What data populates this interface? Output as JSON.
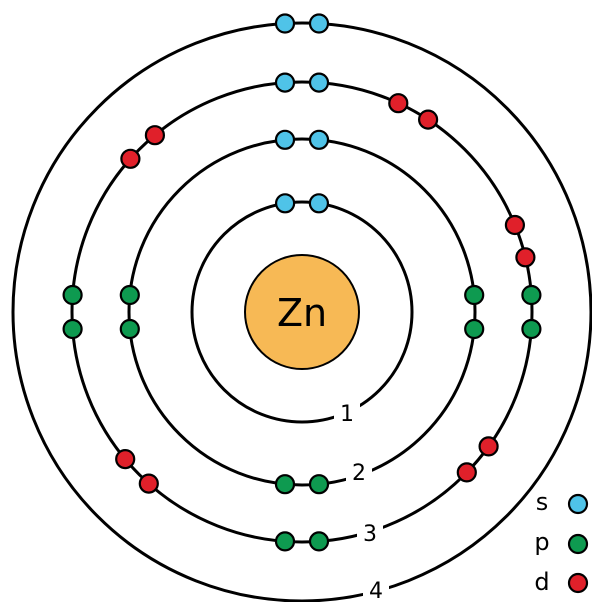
{
  "nucleus": {
    "symbol": "Zn",
    "color": "#F7B955"
  },
  "shells": [
    {
      "label": "1",
      "electrons": [
        "s",
        "s"
      ]
    },
    {
      "label": "2",
      "electrons": [
        "s",
        "s",
        "p",
        "p",
        "p",
        "p",
        "p",
        "p"
      ]
    },
    {
      "label": "3",
      "electrons": [
        "s",
        "s",
        "p",
        "p",
        "p",
        "p",
        "p",
        "p",
        "d",
        "d",
        "d",
        "d",
        "d",
        "d",
        "d",
        "d",
        "d",
        "d"
      ]
    },
    {
      "label": "4",
      "electrons": [
        "s",
        "s"
      ]
    }
  ],
  "legend": [
    {
      "label": "s",
      "color": "#4FC3E8"
    },
    {
      "label": "p",
      "color": "#0E9A50"
    },
    {
      "label": "d",
      "color": "#E0202A"
    }
  ]
}
